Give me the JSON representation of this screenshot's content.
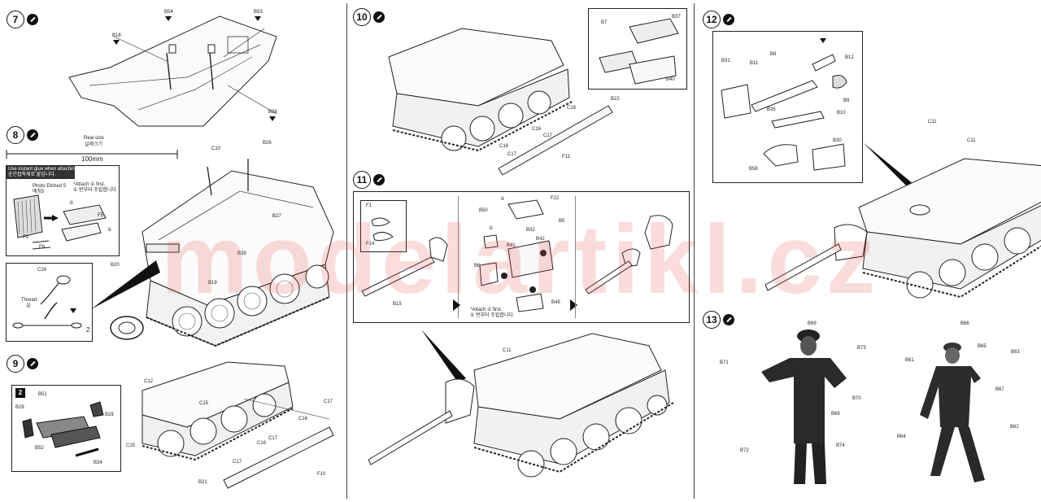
{
  "watermark": "modelartikl.cz",
  "panels": {
    "p1": {
      "step7": {
        "number": "7",
        "labels": {
          "b54": "B54",
          "b53": "B53",
          "b18": "B18",
          "b38": "B38"
        }
      },
      "step8": {
        "number": "8",
        "realsize": {
          "label": "Real size",
          "label_kr": "실제크기",
          "measure": "100mm"
        },
        "inset1": {
          "header_line1": "Use instant glue when attaching",
          "header_line2": "순간접착제로 붙입니다.",
          "photo_etched_l1": "Photo Etched 5",
          "photo_etched_l2": "에칭5",
          "attach_l1": "*Attach ① first.",
          "attach_l2": "① 번부터 조립합니다.",
          "f5": "F5",
          "f9": "F9",
          "f6": "F6",
          "n1": "①",
          "n2": "②"
        },
        "inset2": {
          "c24": "C24",
          "thread": "Thread",
          "thread_kr": "실",
          "n2": "2"
        },
        "labels": {
          "c10": "C10",
          "b26": "B26",
          "b27": "B27",
          "b39": "B39",
          "b20": "B20",
          "b19": "B19"
        }
      },
      "step9": {
        "number": "9",
        "inset": {
          "num": "2",
          "b51": "B51",
          "b28": "B28",
          "b29": "B29",
          "b52": "B52",
          "b34": "B34"
        },
        "labels": {
          "c12": "C12",
          "c15a": "C15",
          "c15b": "C15",
          "c16a": "C16",
          "c16b": "C16",
          "c17a": "C17",
          "c17b": "C17",
          "c17c": "C17",
          "f10": "F10",
          "b21": "B21"
        }
      }
    },
    "p2": {
      "step10": {
        "number": "10",
        "inset": {
          "b7": "B7",
          "b37": "B37",
          "b40": "B40"
        },
        "labels": {
          "c16a": "C16",
          "c16b": "C16",
          "c16c": "C16",
          "c17a": "C17",
          "c17b": "C17",
          "b22": "B22",
          "f11": "F11"
        }
      },
      "step11": {
        "number": "11",
        "sub1": {
          "f1": "F1",
          "f14": "F14",
          "b15": "B15"
        },
        "sub2": {
          "b50": "B50",
          "f22": "F22",
          "b32": "B32",
          "b5": "B5",
          "b41": "B41",
          "b42": "B42",
          "b6": "B6",
          "b49": "B49",
          "n1": "①",
          "n2": "②",
          "attach_l1": "*Attach ① first.",
          "attach_l2": "① 번부터 조립합니다."
        },
        "labels": {
          "c11": "C11"
        }
      }
    },
    "p3": {
      "step12": {
        "number": "12",
        "inset": {
          "b31": "B31",
          "b11": "B11",
          "b8": "B8",
          "b12": "B12",
          "b9": "B9",
          "b10": "B10",
          "b35": "B35",
          "b30": "B30",
          "b58": "B58"
        },
        "labels": {
          "c11a": "C11",
          "c11b": "C11"
        }
      },
      "step13": {
        "number": "13",
        "fig1": {
          "b69": "B69",
          "b71": "B71",
          "b73": "B73",
          "b70": "B70",
          "b68": "B68",
          "b72": "B72",
          "b74": "B74"
        },
        "fig2": {
          "b66": "B66",
          "b65": "B65",
          "b63": "B63",
          "b61": "B61",
          "b67": "B67",
          "b64": "B64",
          "b62": "B62"
        }
      }
    }
  }
}
